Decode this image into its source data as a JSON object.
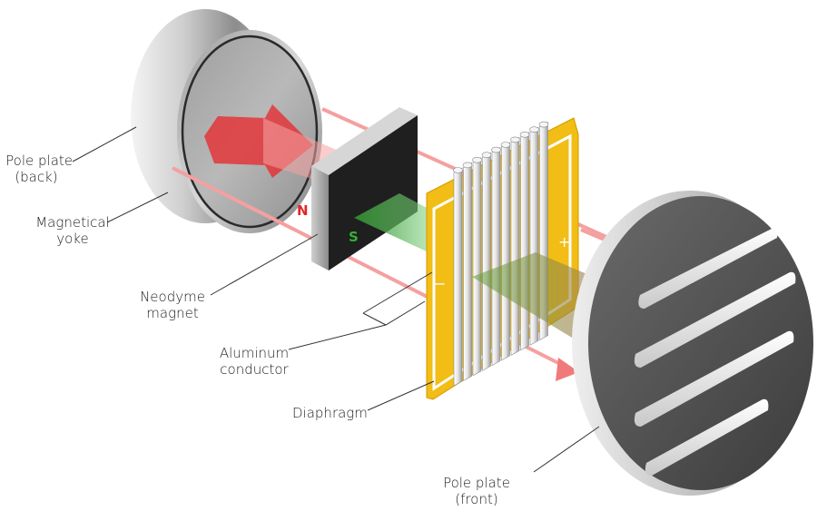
{
  "labels": {
    "pole_plate_back": {
      "line1": "Pole plate",
      "line2": "(back)"
    },
    "magnetical_yoke": {
      "line1": "Magnetical",
      "line2": "yoke"
    },
    "neodyme_magnet": {
      "line1": "Neodyme",
      "line2": "magnet"
    },
    "aluminum_conductor": {
      "line1": "Aluminum",
      "line2": "conductor"
    },
    "diaphragm": {
      "line1": "Diaphragm"
    },
    "pole_plate_front": {
      "line1": "Pole plate",
      "line2": "(front)"
    }
  },
  "magnet": {
    "north": "N",
    "south": "S"
  },
  "diaphragm_signs": {
    "plus": "+",
    "minus": "−"
  },
  "colors": {
    "field_arrow": "#f36a6a",
    "diaphragm_gold": "#f0b90b",
    "magnet_body": "#1e1e1e",
    "green_field": "#3a9a3a",
    "north_red": "#e0262a",
    "south_green": "#2fa52f",
    "metal": "#8c8c8c"
  }
}
